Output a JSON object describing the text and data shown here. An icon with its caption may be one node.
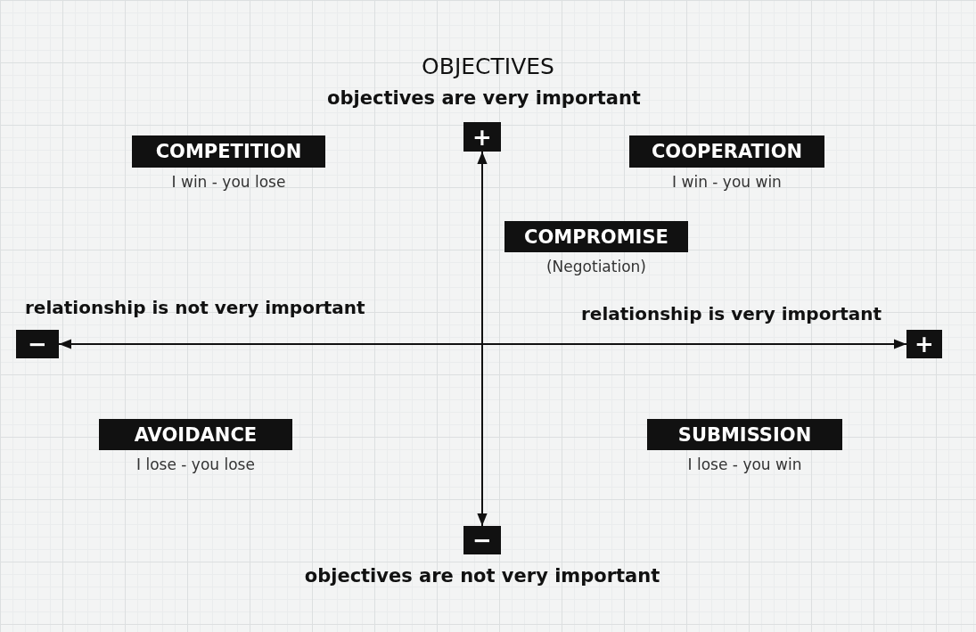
{
  "diagram": {
    "title": "OBJECTIVES",
    "nodes": [
      {
        "text": [
          "+"
        ]
      },
      {
        "text": [
          "−"
        ]
      },
      {
        "text": [
          "−"
        ]
      },
      {
        "text": [
          "+"
        ]
      },
      {
        "text": [
          "COMPETITION"
        ],
        "beside": [
          "I win - you lose"
        ]
      },
      {
        "text": [
          "COOPERATION"
        ],
        "beside": [
          "I win - you win"
        ]
      },
      {
        "text": [
          "COMPROMISE"
        ],
        "beside": [
          "(Negotiation)"
        ]
      },
      {
        "text": [
          "AVOIDANCE"
        ],
        "beside": [
          "I lose - you lose"
        ]
      },
      {
        "text": [
          "SUBMISSION"
        ],
        "beside": [
          "I lose - you win"
        ]
      }
    ],
    "edges": [
      {
        "from": 0,
        "to": 1,
        "arrow": "both"
      },
      {
        "from": 2,
        "to": 3,
        "arrow": "both"
      }
    ],
    "labels": [
      "objectives are very important",
      "relationship is not very important",
      "relationship is very important",
      "objectives are not very important"
    ]
  }
}
